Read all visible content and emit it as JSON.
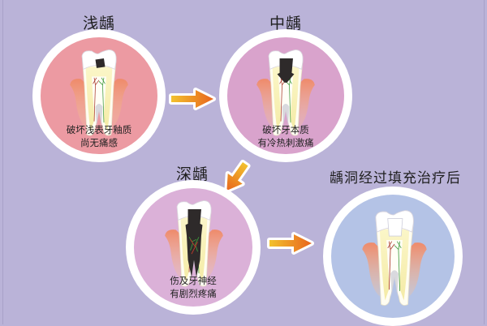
{
  "diagram": {
    "background_color": "#bab3d8",
    "circle_border_color": "#ffffff",
    "arrow_colors": {
      "start": "#f2c12e",
      "end": "#e8651e",
      "outline": "#ffffff"
    },
    "stages": [
      {
        "id": "shallow-caries",
        "title": "浅龋",
        "caption_lines": [
          "破坏浅表牙釉质",
          "尚无痛感"
        ],
        "fill_color": "#ec9aa2",
        "cavity": "small-in-enamel"
      },
      {
        "id": "medium-caries",
        "title": "中龋",
        "caption_lines": [
          "破坏牙本质",
          "有冷热刺激痛"
        ],
        "fill_color": "#d9a3cc",
        "cavity": "into-dentin"
      },
      {
        "id": "deep-caries",
        "title": "深龋",
        "caption_lines": [
          "伤及牙神经",
          "有剧烈疼痛"
        ],
        "fill_color": "#dbb1d8",
        "cavity": "into-pulp"
      },
      {
        "id": "after-filling",
        "title": "龋洞经过填充治疗后",
        "caption_lines": [],
        "fill_color": "#b4c3e6",
        "cavity": "filled"
      }
    ],
    "arrows": [
      {
        "from": "shallow-caries",
        "to": "medium-caries",
        "direction": "right"
      },
      {
        "from": "medium-caries",
        "to": "deep-caries",
        "direction": "down-left"
      },
      {
        "from": "deep-caries",
        "to": "after-filling",
        "direction": "right"
      }
    ]
  }
}
